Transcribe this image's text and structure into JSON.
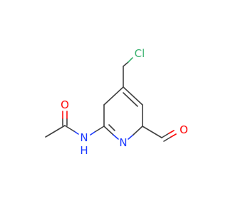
{
  "atoms": {
    "chlorine": "Cl",
    "oxygen_amide": "O",
    "oxygen_aldehyde": "O",
    "nitrogen_amide": "N",
    "amide_hydrogen": "H",
    "nitrogen_ring": "N"
  },
  "colors": {
    "bond": "#404040",
    "chlorine": "#3cb371",
    "oxygen": "#ff0d0d",
    "nitrogen": "#1e3cff"
  }
}
